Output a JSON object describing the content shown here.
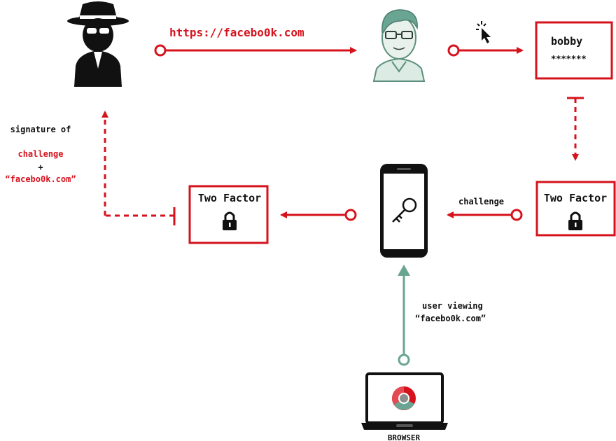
{
  "url_label": "https://facebo0k.com",
  "login": {
    "username": "bobby",
    "password": "*******"
  },
  "two_factor_left": {
    "title": "Two Factor"
  },
  "two_factor_right": {
    "title": "Two Factor"
  },
  "challenge_label": "challenge",
  "signature": {
    "line1": "signature of",
    "line2": "challenge",
    "line3": "+",
    "line4": "“facebo0k.com”"
  },
  "user_viewing": {
    "line1": "user viewing",
    "line2": "“facebo0k.com”"
  },
  "browser_label": "BROWSER",
  "icons": {
    "attacker": "spy-icon",
    "user": "user-avatar-icon",
    "cursor": "cursor-click-icon",
    "lock": "lock-icon",
    "phone": "phone-key-icon",
    "browser": "laptop-browser-icon"
  },
  "colors": {
    "red": "#d6131d",
    "teal": "#6aa593",
    "dark": "#111111"
  }
}
